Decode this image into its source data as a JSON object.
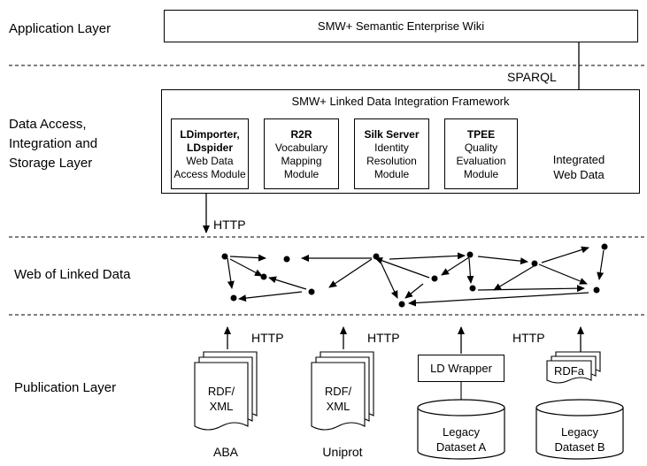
{
  "layers": {
    "application": "Application Layer",
    "data_access_l1": "Data Access,",
    "data_access_l2": "Integration and",
    "data_access_l3": "Storage Layer",
    "web_of_linked_data": "Web of Linked Data",
    "publication": "Publication Layer"
  },
  "application": {
    "title": "SMW+ Semantic Enterprise Wiki"
  },
  "protocols": {
    "sparql": "SPARQL",
    "http": "HTTP"
  },
  "framework": {
    "title": "SMW+ Linked Data Integration Framework",
    "modules": [
      {
        "title_l1": "LDimporter,",
        "title_l2": "LDspider",
        "desc_l1": "Web Data",
        "desc_l2": "Access Module"
      },
      {
        "title_l1": "R2R",
        "title_l2": "",
        "desc_l1": "Vocabulary",
        "desc_l2": "Mapping",
        "desc_l3": "Module"
      },
      {
        "title_l1": "Silk Server",
        "title_l2": "",
        "desc_l1": "Identity",
        "desc_l2": "Resolution",
        "desc_l3": "Module"
      },
      {
        "title_l1": "TPEE",
        "title_l2": "",
        "desc_l1": "Quality",
        "desc_l2": "Evaluation",
        "desc_l3": "Module"
      }
    ],
    "store": {
      "l1": "Integrated",
      "l2": "Web Data"
    }
  },
  "publication": {
    "aba": {
      "doc_l1": "RDF/",
      "doc_l2": "XML",
      "label": "ABA"
    },
    "uniprot": {
      "doc_l1": "RDF/",
      "doc_l2": "XML",
      "label": "Uniprot"
    },
    "wrapper": {
      "label": "LD Wrapper",
      "db_l1": "Legacy",
      "db_l2": "Dataset A"
    },
    "rdfa": {
      "doc": "RDFa",
      "db_l1": "Legacy",
      "db_l2": "Dataset B"
    }
  }
}
